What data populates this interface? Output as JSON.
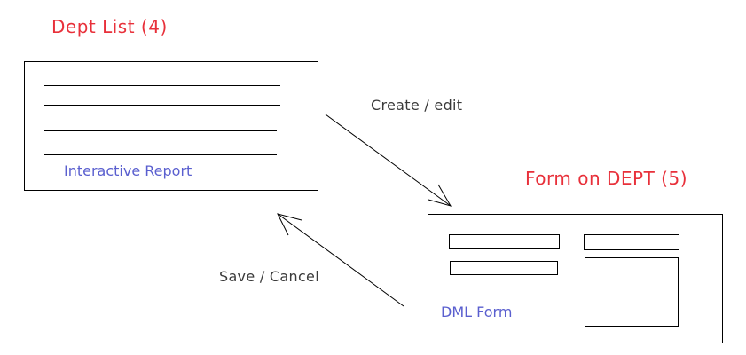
{
  "dept_list": {
    "title": "Dept List (4)",
    "caption": "Interactive Report"
  },
  "form_dept": {
    "title": "Form on DEPT (5)",
    "caption": "DML Form"
  },
  "arrows": {
    "forward_label": "Create / edit",
    "back_label": "Save / Cancel"
  },
  "colors": {
    "title": "#e8303a",
    "caption": "#5a5fcf",
    "arrow_text": "#3a3a3a",
    "line": "#000000"
  }
}
